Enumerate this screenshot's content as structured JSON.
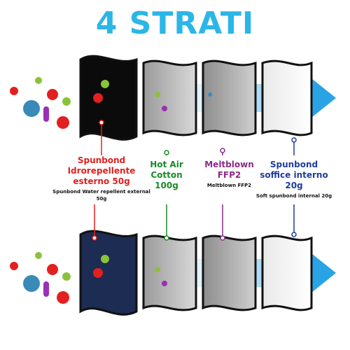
{
  "title": "4 STRATI",
  "layers": [
    {
      "name": "Spunbond Idrorepellente esterno 50g",
      "sub": "Spunbond Water repellent external 50g",
      "color": "#e32020"
    },
    {
      "name": "Hot Air Cotton 100g",
      "sub": "",
      "color": "#1a8a2a"
    },
    {
      "name": "Meltblown FFP2",
      "sub": "Meltblown FFP2",
      "color": "#8a2b8a"
    },
    {
      "name": "Spunbond soffice interno 20g",
      "sub": "Soft spunbond internal 20g",
      "color": "#1d3d9b"
    }
  ],
  "colors": {
    "accent": "#2bb6e8",
    "arrow": "#2aa3e6",
    "outer_dark": "#0b0b0b",
    "outer_navy": "#1c2c52"
  }
}
